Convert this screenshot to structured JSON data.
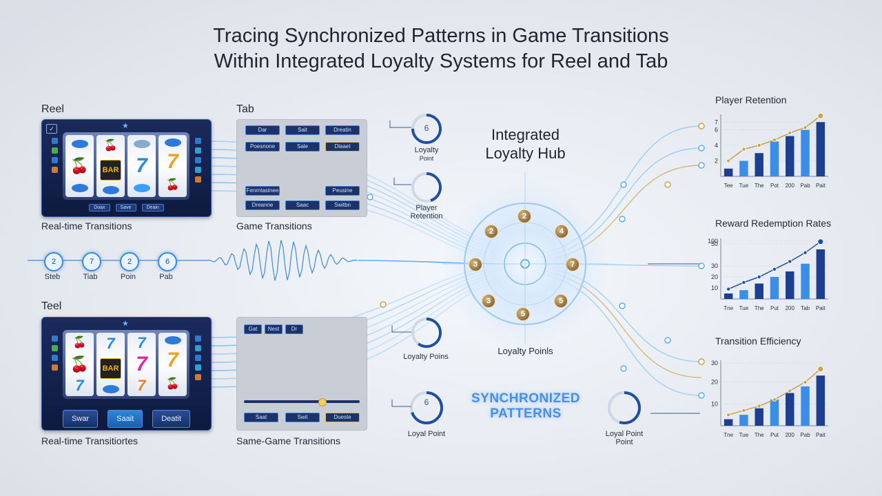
{
  "title": {
    "line1": "Tracing Synchronized Patterns in Game Transitions",
    "line2": "Within Integrated Loyalty Systems for Reel and Tab"
  },
  "reel_top": {
    "label": "Reel",
    "caption": "Real-time Transitions",
    "buttons": [
      "Doax",
      "Save",
      "Deain"
    ]
  },
  "reel_bottom": {
    "label": "Teel",
    "caption": "Real-time Transitiortes",
    "buttons": [
      "Swar",
      "Saait",
      "Deatit"
    ]
  },
  "tab_top": {
    "label": "Tab",
    "caption": "Game Transitions",
    "buttons": [
      "Dar",
      "Sait",
      "Dreatin",
      "Poesnone",
      "Sale",
      "Dlaaet",
      "Fenmtastnee",
      "Peusine",
      "Dreanne",
      "Saac",
      "Switbn"
    ]
  },
  "tab_bottom": {
    "caption": "Same-Game Transitions",
    "buttons": [
      "Gat",
      "Nest",
      "Dr",
      "Saat",
      "Swit",
      "Dueste"
    ]
  },
  "steps": [
    {
      "num": "2",
      "label": "Steb"
    },
    {
      "num": "7",
      "label": "Tiab"
    },
    {
      "num": "2",
      "label": "Poin"
    },
    {
      "num": "6",
      "label": "Pab"
    }
  ],
  "gauges": {
    "loyalty_top": {
      "value": "6",
      "label_1": "Loyalty",
      "label_2": "Point"
    },
    "player_retention": {
      "label_1": "Player",
      "label_2": "Retention"
    },
    "loyalty_points": {
      "label": "Loyalty Poins"
    },
    "loyal_point": {
      "value": "6",
      "label": "Loyal Point"
    },
    "loyal_point_right": {
      "label_1": "Loyal Point",
      "label_2": "Point"
    }
  },
  "hub": {
    "title_1": "Integrated",
    "title_2": "Loyalty Hub",
    "caption": "Loyalty Poinls",
    "nodes": [
      "2",
      "2",
      "4",
      "3",
      "7",
      "3",
      "5",
      "5"
    ]
  },
  "sync": {
    "line_1": "SYNCHRONIZED",
    "line_2": "PATTERNS"
  },
  "colors": {
    "accent": "#3e8ad8",
    "bar_dark": "#1d3f8f",
    "bar_light": "#3a8ee8",
    "trend_gold": "#c9a24a",
    "trend_blue": "#1f4fa0"
  },
  "chart_data": [
    {
      "type": "bar",
      "title": "Player Retention",
      "categories": [
        "Tee",
        "Tue",
        "The",
        "Pot",
        "200",
        "Pab",
        "Pait"
      ],
      "values": [
        1,
        2,
        3,
        4.5,
        5.2,
        6,
        7
      ],
      "trend": [
        2,
        3.5,
        4,
        4.7,
        5.6,
        6.3,
        7.8
      ],
      "trend_color": "gold",
      "yticks": [
        2,
        4,
        6,
        7
      ],
      "ylim": [
        0,
        8
      ]
    },
    {
      "type": "bar",
      "title": "Reward Redemption Rates",
      "categories": [
        "Tne",
        "Tue",
        "The",
        "Put",
        "200",
        "Tab",
        "Pait"
      ],
      "values": [
        5,
        8,
        14,
        20,
        25,
        32,
        45
      ],
      "trend": [
        9,
        15,
        20,
        27,
        34,
        42,
        52
      ],
      "trend_color": "blue",
      "yticks": [
        10,
        20,
        30,
        50,
        100
      ],
      "ylim": [
        0,
        55
      ]
    },
    {
      "type": "bar",
      "title": "Transition Efficiency",
      "categories": [
        "Tne",
        "Tue",
        "The",
        "Put",
        "200",
        "Pab",
        "Pait"
      ],
      "values": [
        3,
        5,
        8,
        12,
        15,
        18,
        23
      ],
      "trend": [
        5,
        7,
        9,
        12,
        16,
        20,
        26
      ],
      "trend_color": "gold",
      "yticks": [
        10,
        20,
        30
      ],
      "ylim": [
        0,
        30
      ]
    }
  ]
}
